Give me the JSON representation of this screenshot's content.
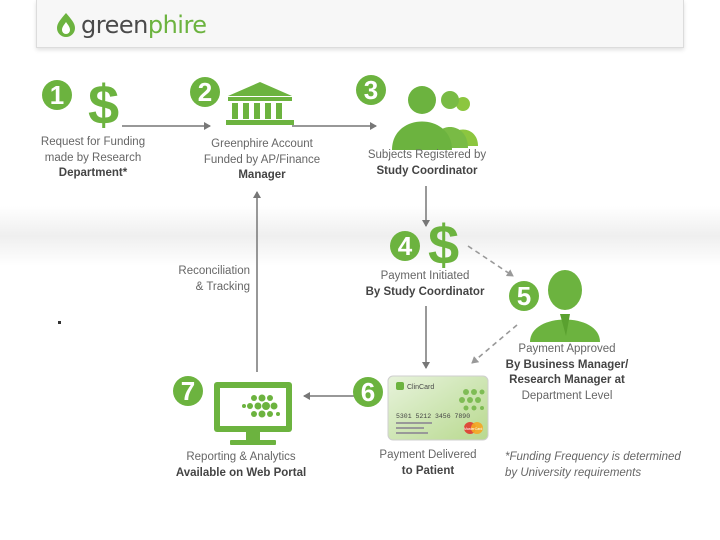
{
  "header": {
    "logo_text_part1": "green",
    "logo_text_part2": "phire"
  },
  "colors": {
    "accent": "#6cb33f",
    "arrow": "#777777",
    "dashed_arrow": "#999999",
    "text": "#666666"
  },
  "steps": [
    {
      "number": "1",
      "icon": "dollar-sign-icon",
      "lines": [
        "Request for Funding",
        "made by Research",
        "Department*"
      ]
    },
    {
      "number": "2",
      "icon": "bank-building-icon",
      "lines": [
        "Greenphire Account",
        "Funded by AP/Finance",
        "Manager"
      ]
    },
    {
      "number": "3",
      "icon": "people-group-icon",
      "lines": [
        "Subjects Registered by",
        "Study Coordinator"
      ]
    },
    {
      "number": "4",
      "icon": "dollar-sign-icon",
      "lines": [
        "Payment Initiated",
        "By Study Coordinator"
      ]
    },
    {
      "number": "5",
      "icon": "person-icon",
      "lines": [
        "Payment Approved",
        "By Business Manager/",
        "Research Manager at",
        "Department Level"
      ]
    },
    {
      "number": "6",
      "icon": "payment-card-icon",
      "lines": [
        "Payment Delivered",
        "to Patient"
      ]
    },
    {
      "number": "7",
      "icon": "computer-monitor-icon",
      "lines": [
        "Reporting & Analytics",
        "Available on Web Portal"
      ]
    }
  ],
  "card": {
    "brand": "ClinCard",
    "number": "5301 5212 3456 7890",
    "network": "MasterCard"
  },
  "reconciliation": [
    "Reconciliation",
    "& Tracking"
  ],
  "footnote": [
    "*Funding Frequency is determined",
    "by University requirements"
  ]
}
